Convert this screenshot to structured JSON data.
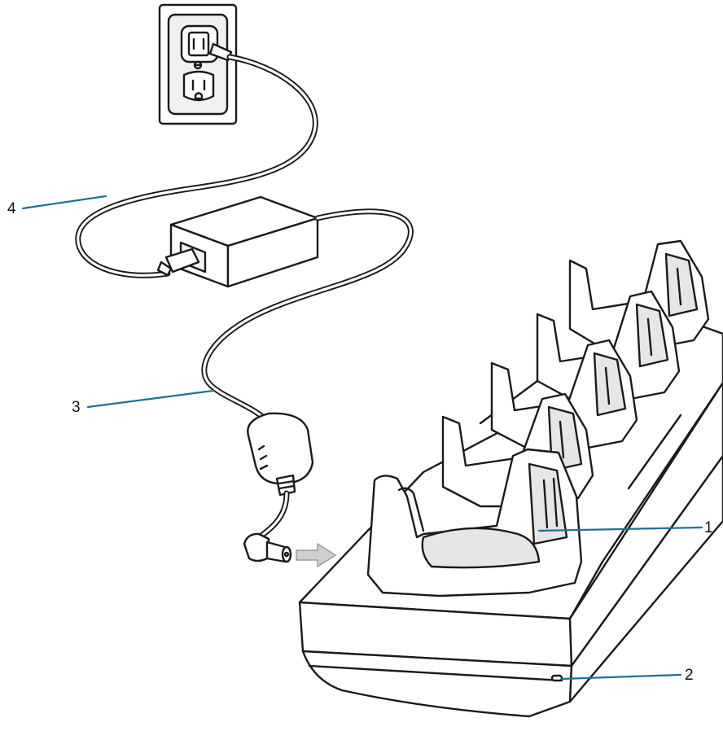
{
  "callouts": [
    {
      "id": "1",
      "label": "1",
      "part": "cup"
    },
    {
      "id": "2",
      "label": "2",
      "part": "led"
    },
    {
      "id": "3",
      "label": "3",
      "part": "dc-cable"
    },
    {
      "id": "4",
      "label": "4",
      "part": "ac-line-cord"
    }
  ],
  "colors": {
    "leader": "#1f6f9a",
    "outline": "#1a1a1a",
    "fill": "#ffffff",
    "inner": "#e6e6e6",
    "arrow": "#cfcfcf",
    "wall_plate": "#f0f0f0"
  }
}
